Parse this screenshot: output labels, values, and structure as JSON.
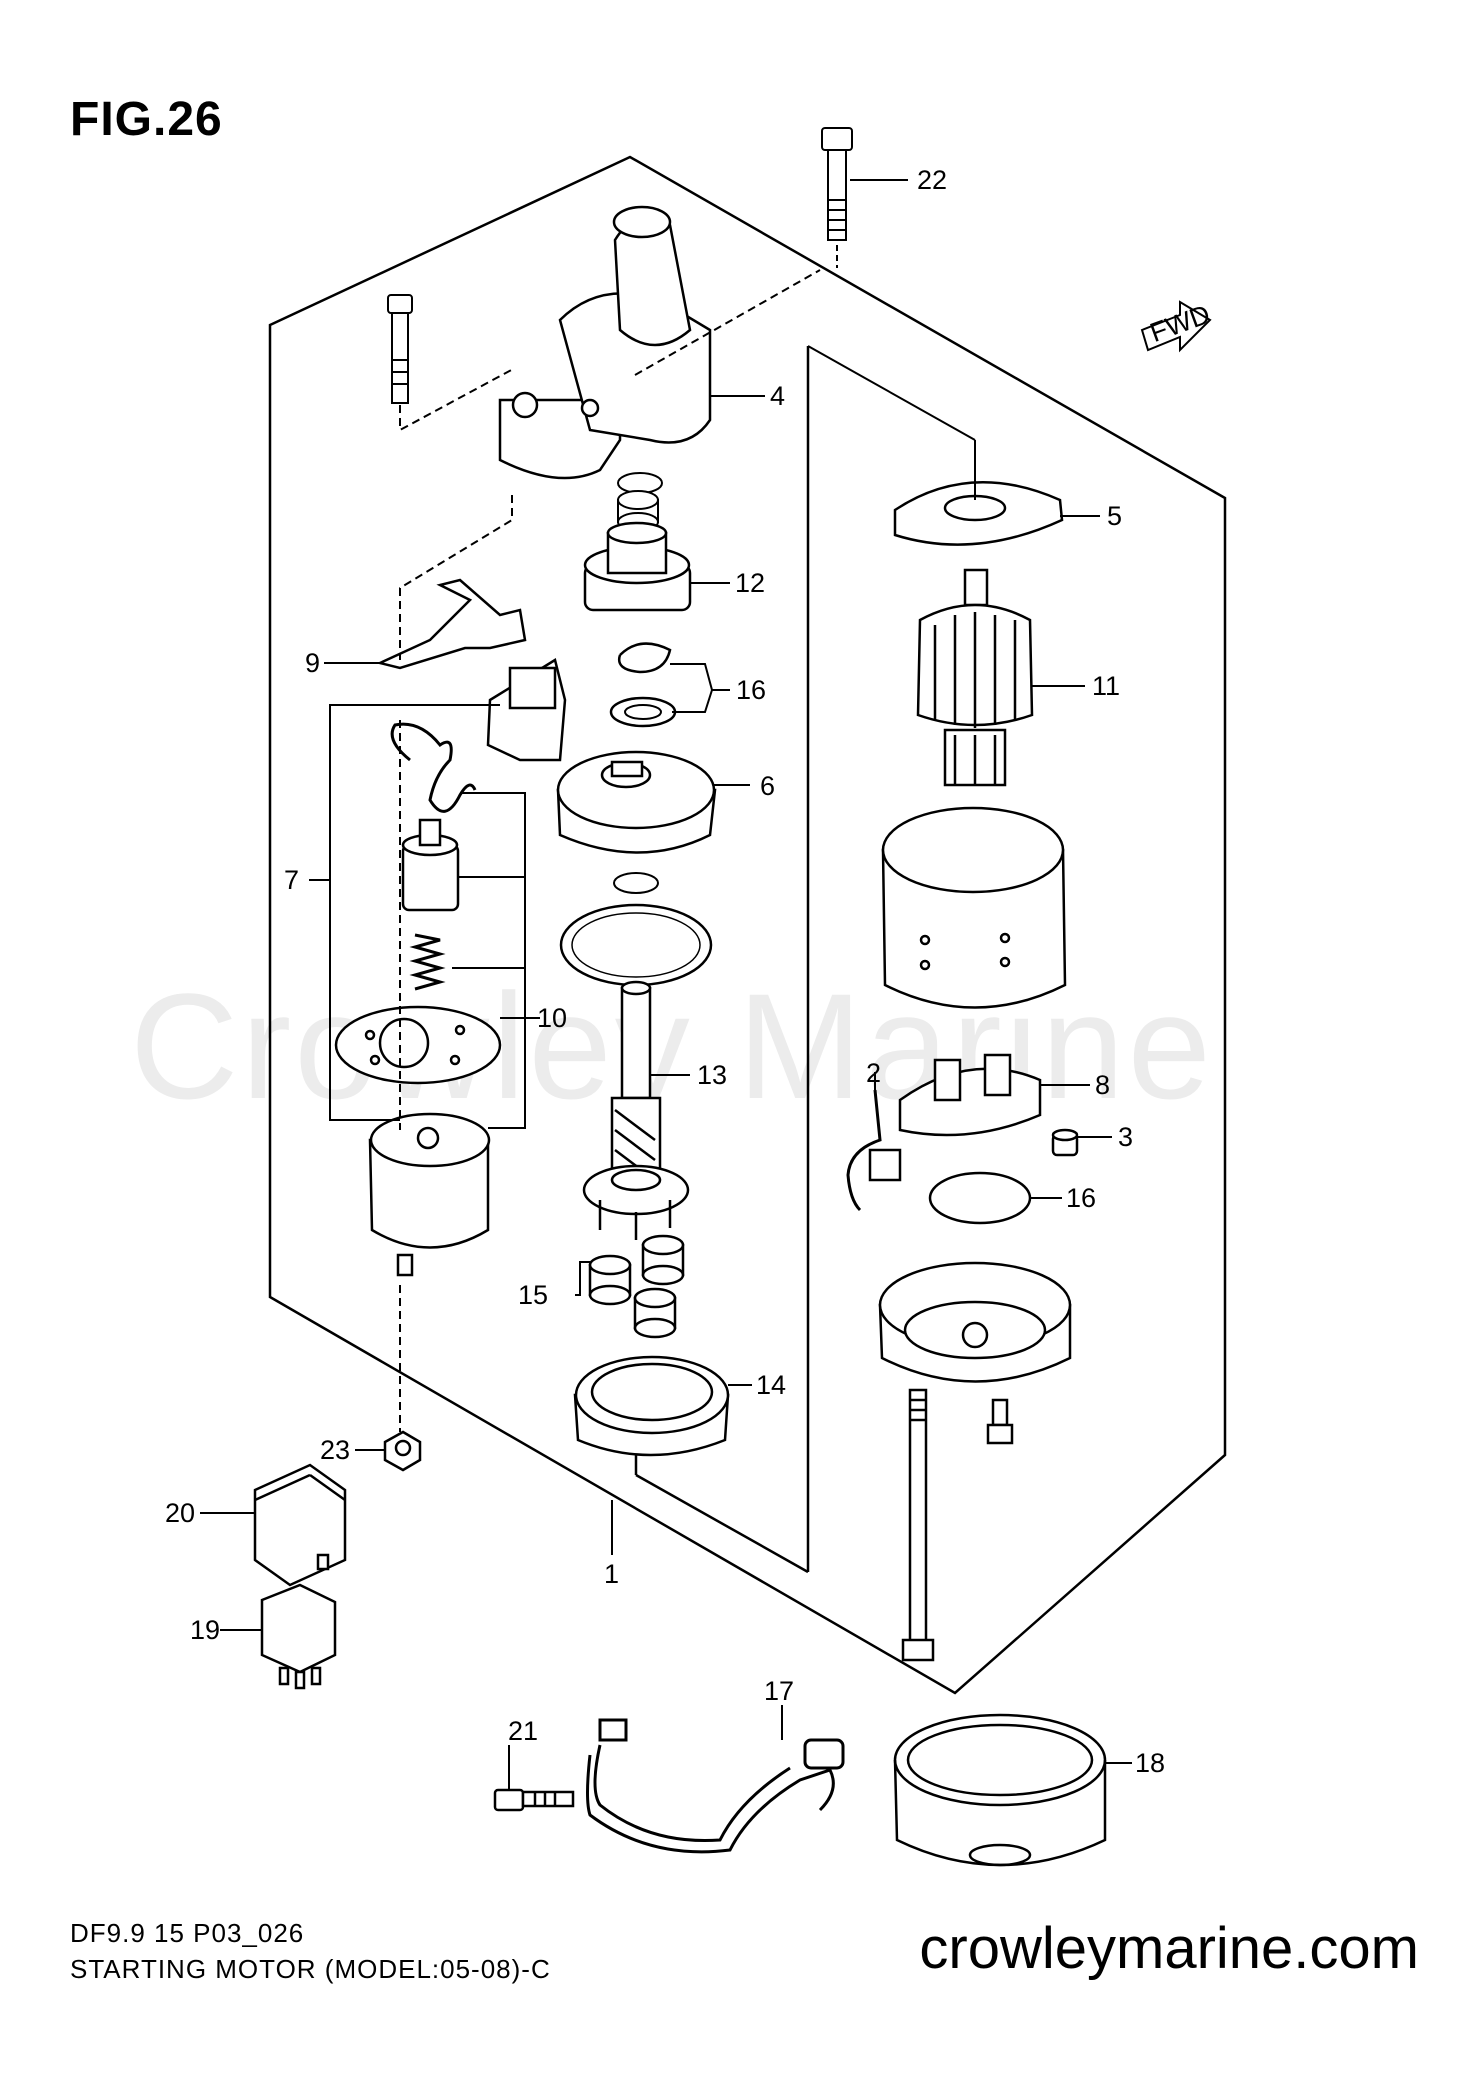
{
  "figure": {
    "title": "FIG.26"
  },
  "fwd_badge": "FWD",
  "watermark": "Crowley Marine",
  "footer": {
    "code": "DF9.9 15 P03_026",
    "caption": "STARTING MOTOR (MODEL:05-08)-C",
    "site": "crowleymarine.com"
  },
  "callouts": {
    "c1": "1",
    "c2": "2",
    "c3": "3",
    "c4": "4",
    "c5": "5",
    "c6": "6",
    "c7": "7",
    "c8": "8",
    "c9": "9",
    "c10": "10",
    "c11": "11",
    "c12": "12",
    "c13": "13",
    "c14": "14",
    "c15": "15",
    "c16a": "16",
    "c16b": "16",
    "c17": "17",
    "c18": "18",
    "c19": "19",
    "c20": "20",
    "c21": "21",
    "c22": "22",
    "c23": "23"
  }
}
